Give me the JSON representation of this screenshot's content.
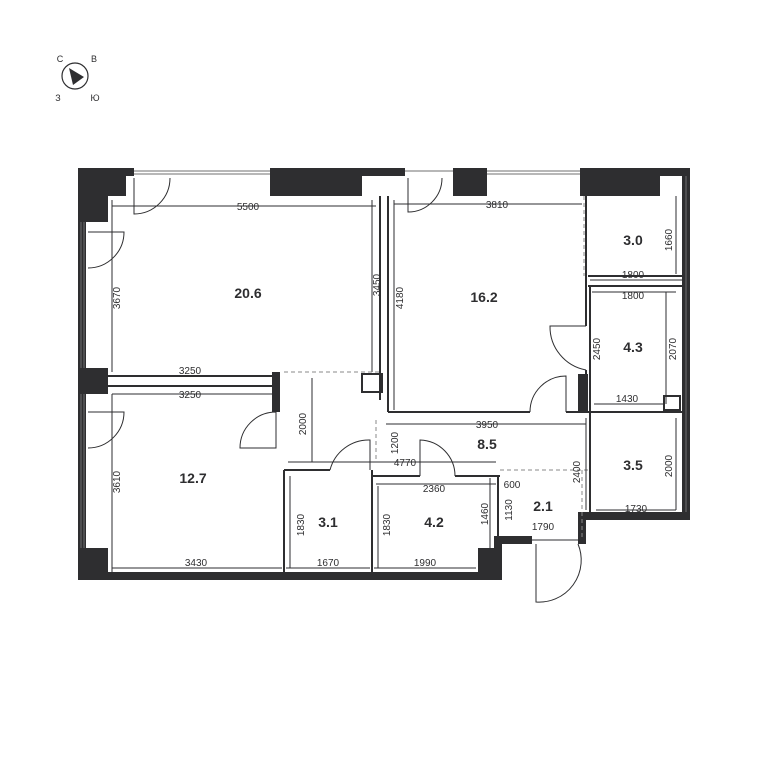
{
  "compass": {
    "north": "С",
    "east": "В",
    "west": "З",
    "south": "Ю"
  },
  "rooms": {
    "living": "20.6",
    "bedroom": "16.2",
    "bath_top": "3.0",
    "bath_mid": "4.3",
    "bath_low": "3.5",
    "bedroom_small": "12.7",
    "hall": "8.5",
    "storage_a": "3.1",
    "storage_b": "4.2",
    "entry": "2.1"
  },
  "dims": {
    "d5500": "5500",
    "d3810": "3810",
    "d3670": "3670",
    "d3450": "3450",
    "d4180": "4180",
    "d1660": "1660",
    "d1800a": "1800",
    "d1800b": "1800",
    "d2070": "2070",
    "d2450": "2450",
    "d1430": "1430",
    "d3250a": "3250",
    "d3250b": "3250",
    "d2000a": "2000",
    "d3950": "3950",
    "d1200": "1200",
    "d4770": "4770",
    "d2000b": "2000",
    "d3610": "3610",
    "d2360": "2360",
    "d600": "600",
    "d2400": "2400",
    "d1830a": "1830",
    "d1830b": "1830",
    "d1460": "1460",
    "d1130": "1130",
    "d1790": "1790",
    "d1730": "1730",
    "d3430": "3430",
    "d1670": "1670",
    "d1990": "1990"
  }
}
